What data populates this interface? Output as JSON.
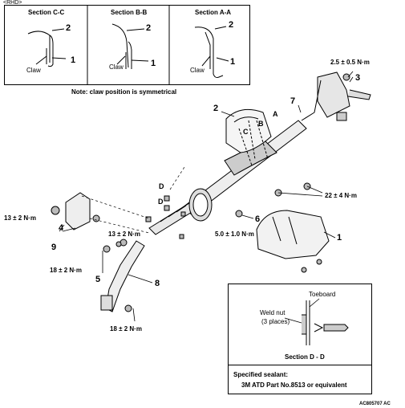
{
  "rhd_label": "<RHD>",
  "sections": [
    {
      "title": "Section C-C",
      "n2": "2",
      "n1": "1",
      "claw": "Claw"
    },
    {
      "title": "Section B-B",
      "n2": "2",
      "n1": "1",
      "claw": "Claw"
    },
    {
      "title": "Section A-A",
      "n2": "2",
      "n1": "1",
      "claw": "Claw"
    }
  ],
  "note": "Note: claw position is symmetrical",
  "callouts": {
    "c1": "1",
    "c2": "2",
    "c3": "3",
    "c4": "4",
    "c5": "5",
    "c6": "6",
    "c7": "7",
    "c8": "8",
    "c9": "9"
  },
  "letters": {
    "A": "A",
    "B": "B",
    "C": "C",
    "D1": "D",
    "D2": "D"
  },
  "torques": {
    "t_top": "2.5 ± 0.5 N·m",
    "t_22": "22 ± 4 N·m",
    "t_13a": "13 ± 2 N·m",
    "t_13b": "13 ± 2 N·m",
    "t_18a": "18 ± 2 N·m",
    "t_18b": "18 ± 2 N·m",
    "t_5": "5.0 ± 1.0 N·m"
  },
  "section_dd": {
    "toeboard": "Toeboard",
    "weld_nut": "Weld nut",
    "places": "(3 places)",
    "title": "Section D - D"
  },
  "sealant": {
    "line1": "Specified sealant:",
    "line2": "3M ATD Part No.8513 or equivalent"
  },
  "code": "AC805707 AC"
}
